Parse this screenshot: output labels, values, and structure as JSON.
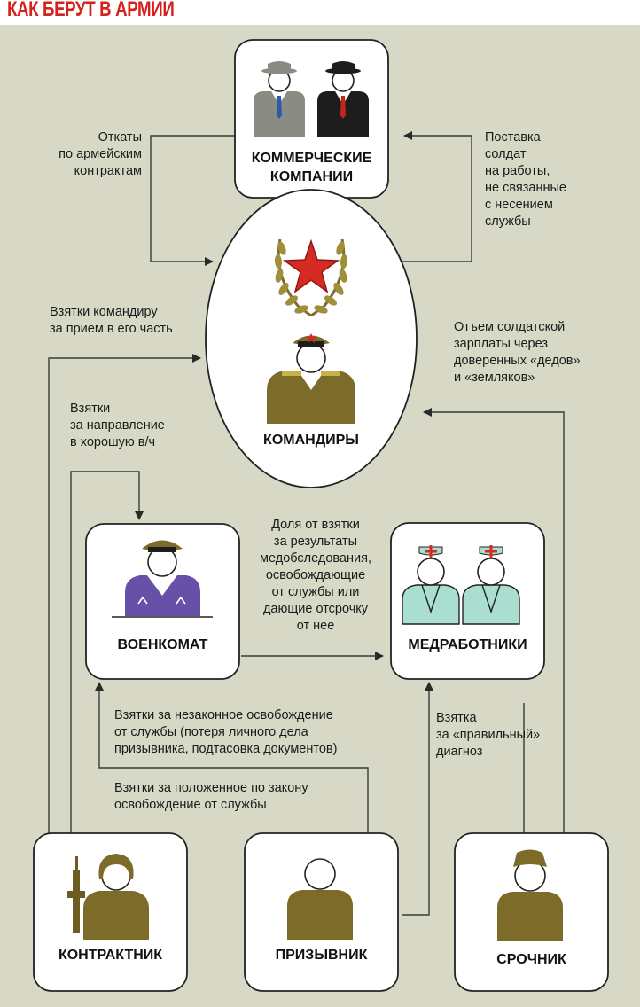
{
  "title": "КАК БЕРУТ В АРМИИ",
  "nodes": {
    "companies": "КОММЕРЧЕСКИЕ\nКОМПАНИИ",
    "commanders": "КОМАНДИРЫ",
    "voenkomat": "ВОЕНКОМАТ",
    "medics": "МЕДРАБОТНИКИ",
    "contractnik": "КОНТРАКТНИК",
    "prizyvnik": "ПРИЗЫВНИК",
    "srochnik": "СРОЧНИК"
  },
  "edges": {
    "kickbacks": "Откаты\nпо армейским\nконтрактам",
    "soldier_supply": "Поставка\nсолдат\nна работы,\nне связанные\nс несением\nслужбы",
    "bribe_commander": "Взятки командиру\nза прием в его часть",
    "salary_taking": "Отъем солдатской\nзарплаты через\nдоверенных «дедов»\nи «земляков»",
    "bribe_good_unit": "Взятки\nза направление\nв хорошую в/ч",
    "share_of_bribe": "Доля от взятки\nза результаты\nмедобследования,\nосвобождающие\nот службы или\nдающие отсрочку\nот нее",
    "illegal_exemption": "Взятки за незаконное освобождение\nот службы (потеря личного дела\nпризывника, подтасовка документов)",
    "legal_exemption": "Взятки за положенное по закону\nосвобождение от службы",
    "right_diagnosis": "Взятка\nза «правильный»\nдиагноз"
  },
  "colors": {
    "title": "#d6201c",
    "background": "#d7d9c6",
    "uniform": "#7d6b2a",
    "star": "#d72a23",
    "voenkomat_coat": "#6650a8",
    "medic_coat": "#a9ded1"
  }
}
